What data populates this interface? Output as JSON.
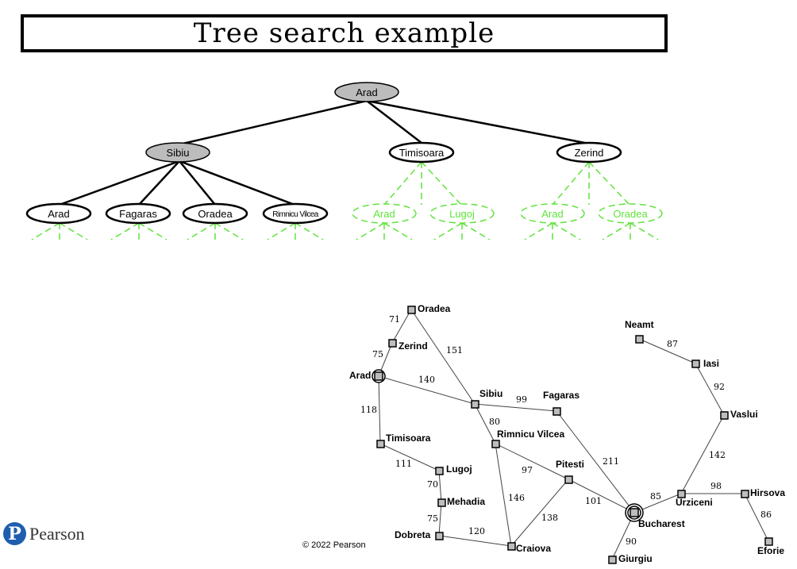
{
  "title": "Tree search example",
  "tree": {
    "root": {
      "label": "Arad"
    },
    "level1": [
      {
        "label": "Sibiu"
      },
      {
        "label": "Timisoara"
      },
      {
        "label": "Zerind"
      }
    ],
    "level2": [
      {
        "label": "Arad"
      },
      {
        "label": "Fagaras"
      },
      {
        "label": "Oradea"
      },
      {
        "label": "Rimnicu Vilcea"
      },
      {
        "label": "Arad"
      },
      {
        "label": "Lugoj"
      },
      {
        "label": "Arad"
      },
      {
        "label": "Oradea"
      }
    ],
    "colors": {
      "expanded": "#bcbcbc",
      "frontier": "#ffffff",
      "unexplored": "#5fe33b",
      "edge": "#000000"
    }
  },
  "map": {
    "cities": {
      "Oradea": "Oradea",
      "Zerind": "Zerind",
      "Arad": "Arad",
      "Sibiu": "Sibiu",
      "Fagaras": "Fagaras",
      "Timisoara": "Timisoara",
      "RimnicuVilcea": "Rimnicu Vilcea",
      "Pitesti": "Pitesti",
      "Lugoj": "Lugoj",
      "Mehadia": "Mehadia",
      "Dobreta": "Dobreta",
      "Craiova": "Craiova",
      "Bucharest": "Bucharest",
      "Giurgiu": "Giurgiu",
      "Urziceni": "Urziceni",
      "Hirsova": "Hirsova",
      "Eforie": "Eforie",
      "Vaslui": "Vaslui",
      "Iasi": "Iasi",
      "Neamt": "Neamt"
    },
    "distances": {
      "Oradea-Zerind": "71",
      "Oradea-Sibiu": "151",
      "Zerind-Arad": "75",
      "Arad-Sibiu": "140",
      "Arad-Timisoara": "118",
      "Timisoara-Lugoj": "111",
      "Lugoj-Mehadia": "70",
      "Mehadia-Dobreta": "75",
      "Dobreta-Craiova": "120",
      "Sibiu-Fagaras": "99",
      "Sibiu-RimnicuVilcea": "80",
      "RimnicuVilcea-Pitesti": "97",
      "RimnicuVilcea-Craiova": "146",
      "Craiova-Pitesti": "138",
      "Pitesti-Bucharest": "101",
      "Fagaras-Bucharest": "211",
      "Bucharest-Giurgiu": "90",
      "Bucharest-Urziceni": "85",
      "Urziceni-Hirsova": "98",
      "Hirsova-Eforie": "86",
      "Urziceni-Vaslui": "142",
      "Vaslui-Iasi": "92",
      "Iasi-Neamt": "87"
    }
  },
  "footer": {
    "brand": "Pearson",
    "copyright": "© 2022 Pearson"
  }
}
